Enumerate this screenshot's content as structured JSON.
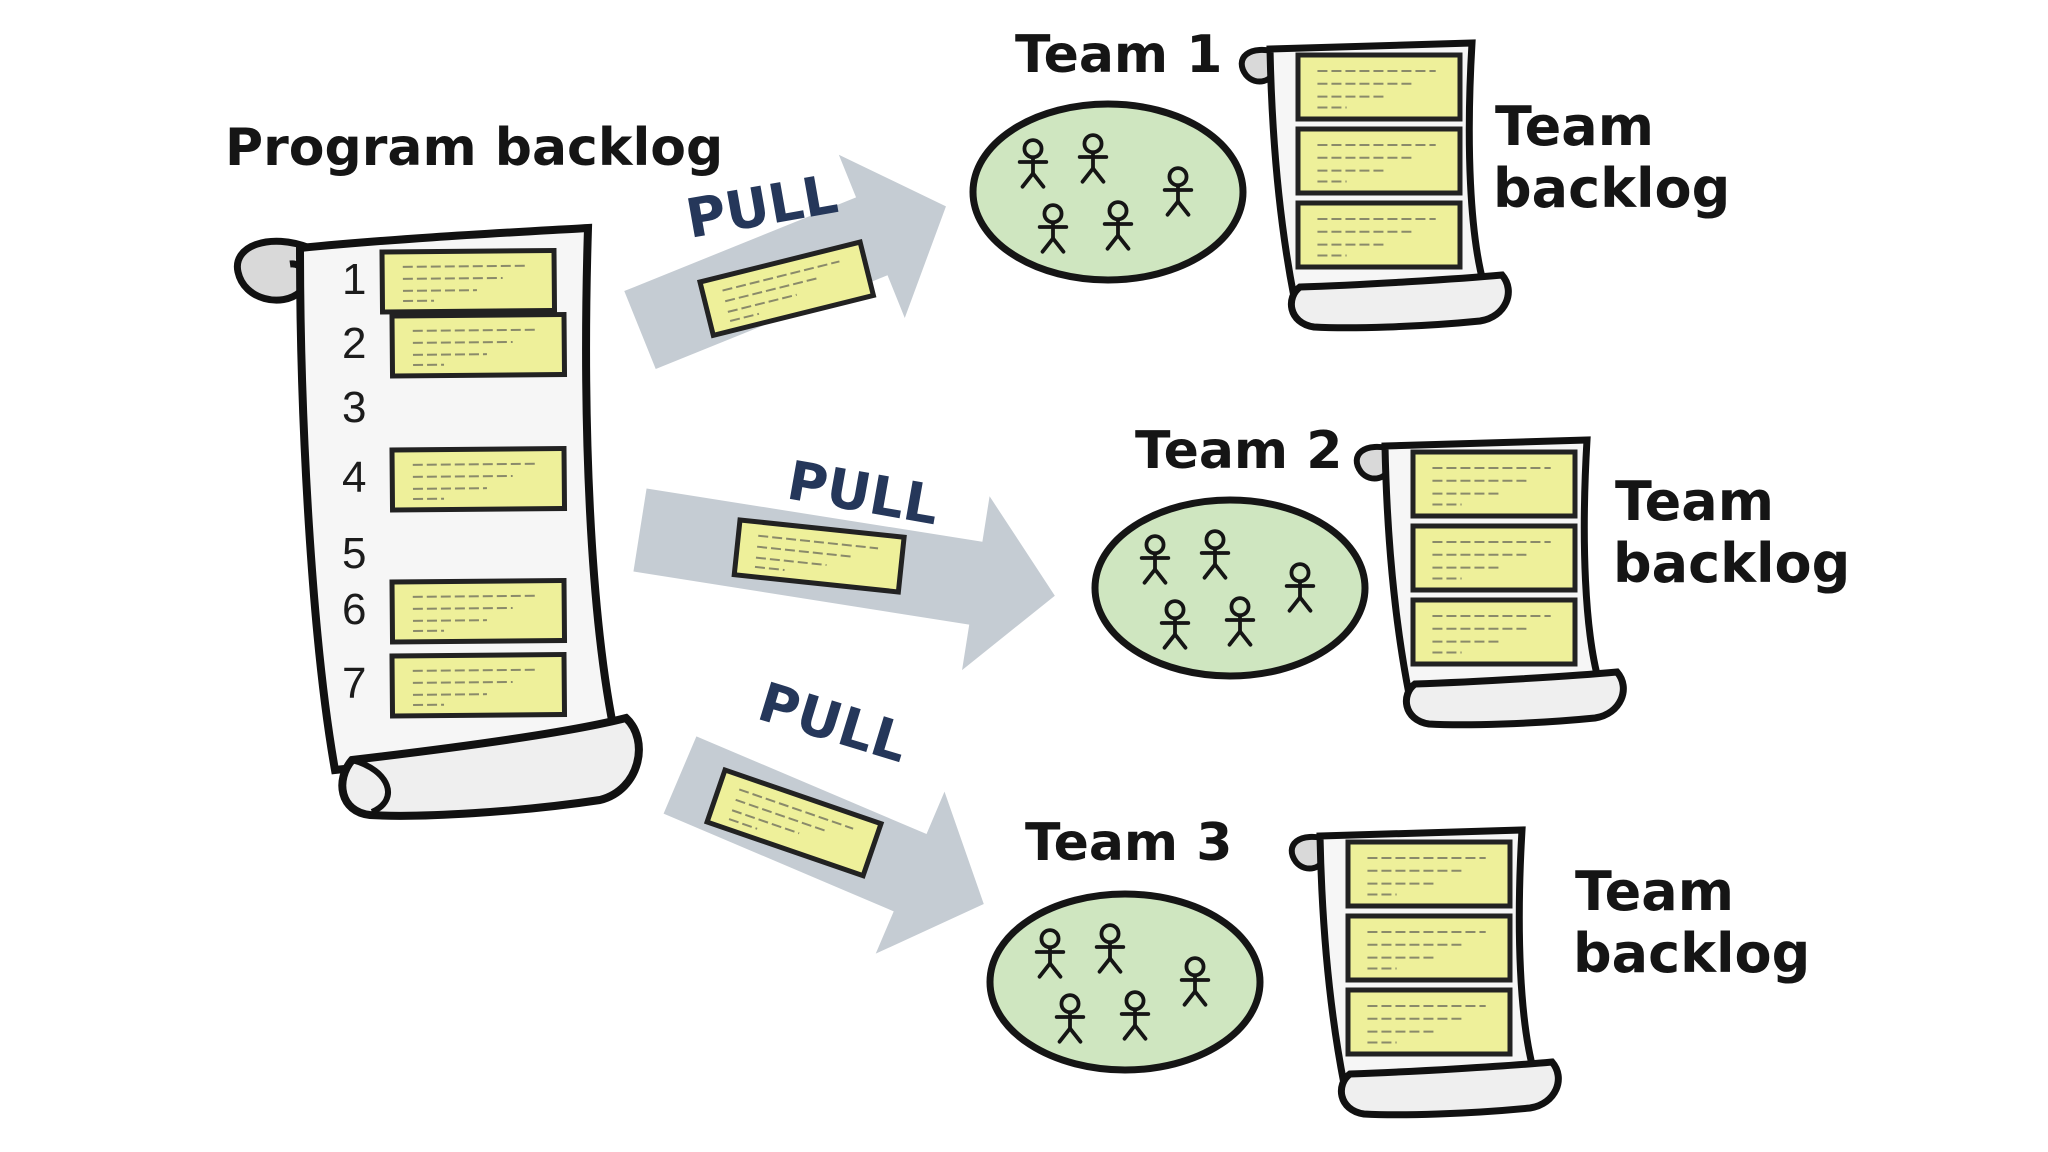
{
  "program": {
    "title": "Program backlog",
    "rows": [
      {
        "num": "1",
        "has_card": true
      },
      {
        "num": "2",
        "has_card": true
      },
      {
        "num": "3",
        "has_card": false
      },
      {
        "num": "4",
        "has_card": true
      },
      {
        "num": "5",
        "has_card": false
      },
      {
        "num": "6",
        "has_card": true
      },
      {
        "num": "7",
        "has_card": true
      }
    ]
  },
  "pull_label": "PULL",
  "teams": [
    {
      "name": "Team 1",
      "backlog_label": [
        "Team",
        "backlog"
      ],
      "cards": 3,
      "members": 5
    },
    {
      "name": "Team 2",
      "backlog_label": [
        "Team",
        "backlog"
      ],
      "cards": 3,
      "members": 5
    },
    {
      "name": "Team 3",
      "backlog_label": [
        "Team",
        "backlog"
      ],
      "cards": 3,
      "members": 5
    }
  ],
  "colors": {
    "card_fill": "#eef09a",
    "card_stroke": "#222222",
    "team_fill": "#cfe6c0",
    "arrow_fill": "#c5ccd3",
    "scroll_fill": "#f6f6f6",
    "ink": "#151515"
  }
}
